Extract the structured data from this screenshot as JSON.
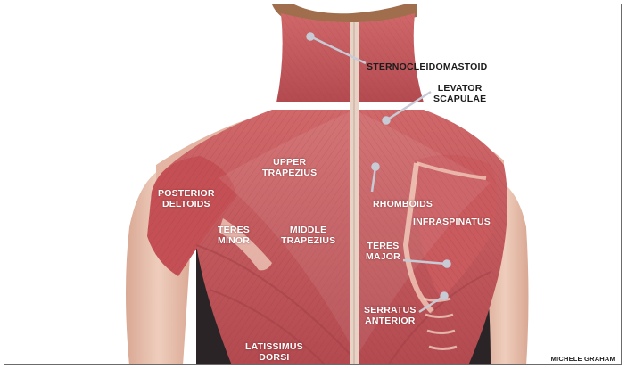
{
  "labels": {
    "sternocleidomastoid": "STERNOCLEIDOMASTOID",
    "levator_scapulae": [
      "LEVATOR",
      "SCAPULAE"
    ],
    "upper_trapezius": [
      "UPPER",
      "TRAPEZIUS"
    ],
    "posterior_deltoids": [
      "POSTERIOR",
      "DELTOIDS"
    ],
    "rhomboids": "RHOMBOIDS",
    "infraspinatus": "INFRASPINATUS",
    "teres_minor": [
      "TERES",
      "MINOR"
    ],
    "middle_trapezius": [
      "MIDDLE",
      "TRAPEZIUS"
    ],
    "teres_major": [
      "TERES",
      "MAJOR"
    ],
    "serratus_anterior": [
      "SERRATUS",
      "ANTERIOR"
    ],
    "latissimus_dorsi": [
      "LATISSIMUS",
      "DORSI"
    ]
  },
  "credit": "MICHELE GRAHAM",
  "colors": {
    "muscle": "#c4575a",
    "muscle_dark": "#a83d44",
    "muscle_light": "#e08e8c",
    "skin": "#e7bfae",
    "hair": "#a06e4c",
    "dark_clothing": "#2a2426",
    "leader_line": "#c7cbd6"
  }
}
